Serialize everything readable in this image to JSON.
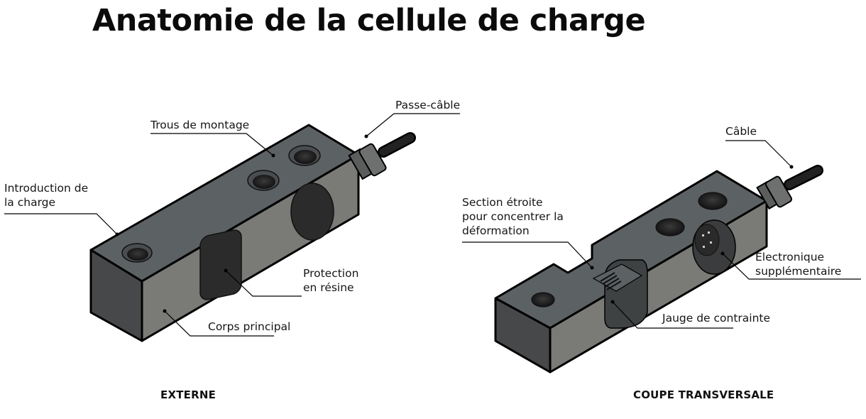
{
  "title": "Anatomie de la cellule de charge",
  "views": {
    "external": {
      "caption": "EXTERNE",
      "labels": {
        "passe_cable": "Passe-câble",
        "trous_montage": "Trous de montage",
        "introduction_1": "Introduction de",
        "introduction_2": "la charge",
        "protection_1": "Protection",
        "protection_2": "en résine",
        "corps": "Corps principal"
      }
    },
    "section": {
      "caption": "COUPE TRANSVERSALE",
      "labels": {
        "cable": "Câble",
        "section_1": "Section étroite",
        "section_2": "pour concentrer la",
        "section_3": "déformation",
        "electronique_1": "Électronique",
        "electronique_2": "supplémentaire",
        "jauge": "Jauge de contrainte"
      }
    }
  },
  "colors": {
    "top_face": "#5c6163",
    "front_face": "#7a7a76",
    "end_face": "#464849",
    "outline": "#000000",
    "resin": "#2b2b2b",
    "cable": "#1e1e1e"
  }
}
